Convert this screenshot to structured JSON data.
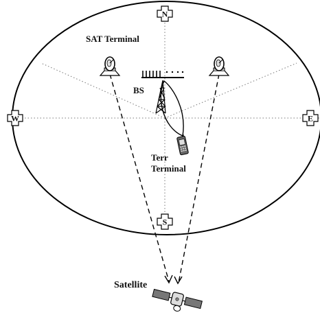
{
  "labels": {
    "sat_terminal": "SAT Terminal",
    "bs": "BS",
    "terr_line1": "Terr",
    "terr_line2": "Terminal",
    "satellite": "Satellite"
  },
  "compass": {
    "north": "N",
    "south": "S",
    "east": "E",
    "west": "W"
  },
  "icons": {
    "sat_terminal": "satellite-dish-icon",
    "base_station": "cell-tower-icon",
    "terr_terminal": "mobile-phone-icon",
    "satellite": "satellite-icon",
    "compass_marker": "cross-marker-icon"
  }
}
